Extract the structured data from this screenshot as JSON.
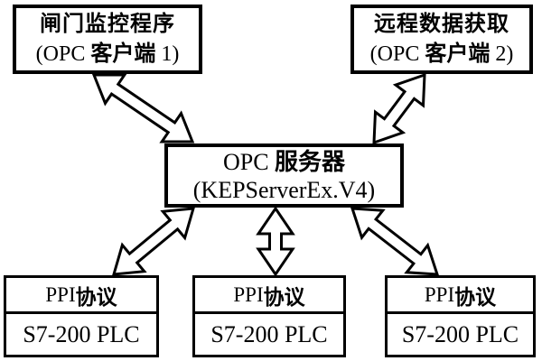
{
  "nodes": {
    "client1": {
      "l1": "闸门监控程序",
      "l2_pre": "(OPC ",
      "l2_cjk": "客户端",
      "l2_post": " 1)"
    },
    "client2": {
      "l1": "远程数据获取",
      "l2_pre": "(OPC ",
      "l2_cjk": "客户端",
      "l2_post": " 2)"
    },
    "server": {
      "l1_pre": "OPC ",
      "l1_cjk": "服务器",
      "l2": "(KEPServerEx.V4)"
    },
    "plcs": [
      {
        "p_pre": "PPI ",
        "p_cjk": "协议",
        "device": "S7-200 PLC"
      },
      {
        "p_pre": "PPI ",
        "p_cjk": "协议",
        "device": "S7-200 PLC"
      },
      {
        "p_pre": "PPI ",
        "p_cjk": "协议",
        "device": "S7-200 PLC"
      }
    ]
  },
  "colors": {
    "line": "#000000",
    "background": "#ffffff",
    "arrow_fill": "#ffffff"
  }
}
